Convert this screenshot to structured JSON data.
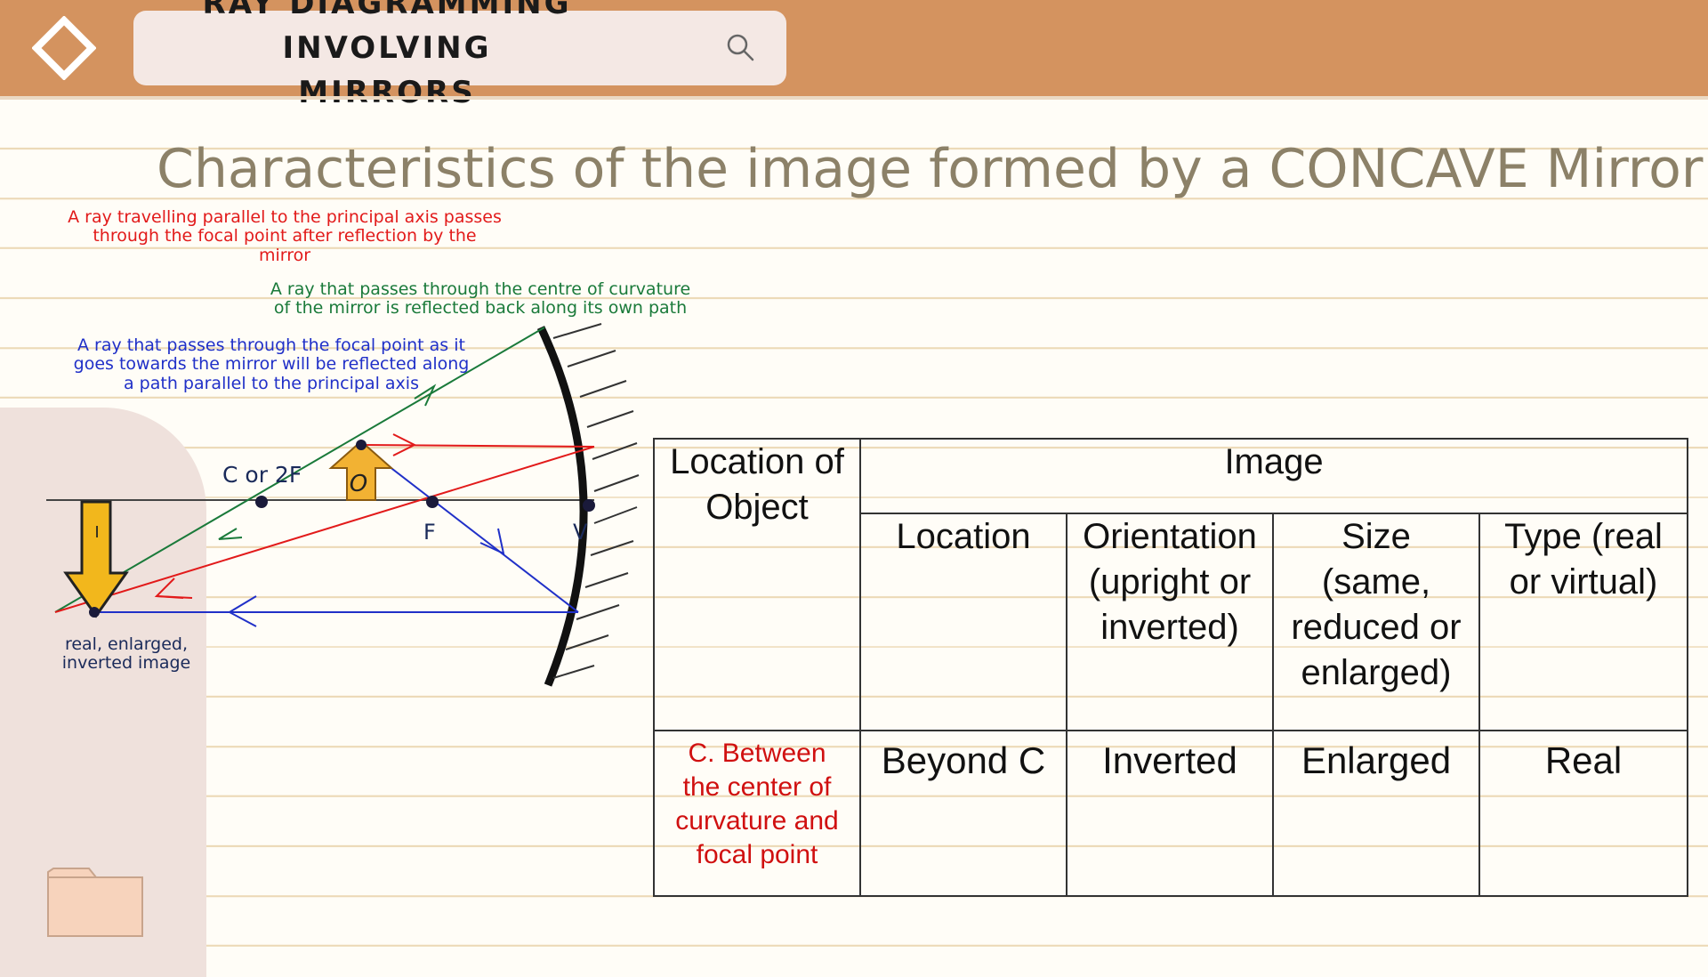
{
  "header": {
    "title_line1": "RAY DIAGRAMMING",
    "title_line2": "INVOLVING MIRRORS",
    "logo_icon": "diamond-logo-icon",
    "search_icon": "search-icon",
    "bar_color": "#d4935f"
  },
  "slide": {
    "title": "Characteristics of the image formed by a CONCAVE Mirror"
  },
  "diagram": {
    "rules": {
      "parallel_ray": [
        "A ray travelling parallel to the principal axis passes",
        "through the focal point after reflection by the",
        "mirror"
      ],
      "centre_ray": [
        "A ray that passes through the centre of curvature",
        "of the mirror is reflected back along its own path"
      ],
      "focal_ray": [
        "A ray that passes through the focal point as it",
        "goes towards the mirror will be reflected along",
        "a path parallel to the principal axis"
      ]
    },
    "labels": {
      "c2f": "C or 2F",
      "object": "O",
      "focal": "F",
      "vertex": "V",
      "image": "I",
      "image_note": [
        "real, enlarged,",
        "inverted image"
      ]
    },
    "colors": {
      "red": "#e21a1a",
      "green": "#1a7a3a",
      "blue": "#2030c8",
      "object_arrow": "#f2b233"
    }
  },
  "table": {
    "headers": {
      "object_location": [
        "Location of",
        "Object"
      ],
      "image": "Image",
      "location": "Location",
      "orientation": [
        "Orientation",
        "(upright or",
        "inverted)"
      ],
      "size": [
        "Size",
        "(same,",
        "reduced or",
        "enlarged)"
      ],
      "type": [
        "Type (real",
        "or virtual)"
      ]
    },
    "row": {
      "object_location": [
        "C. Between",
        "the center of",
        "curvature and",
        "focal point"
      ],
      "location": "Beyond C",
      "orientation": "Inverted",
      "size": "Enlarged",
      "type": "Real"
    }
  }
}
